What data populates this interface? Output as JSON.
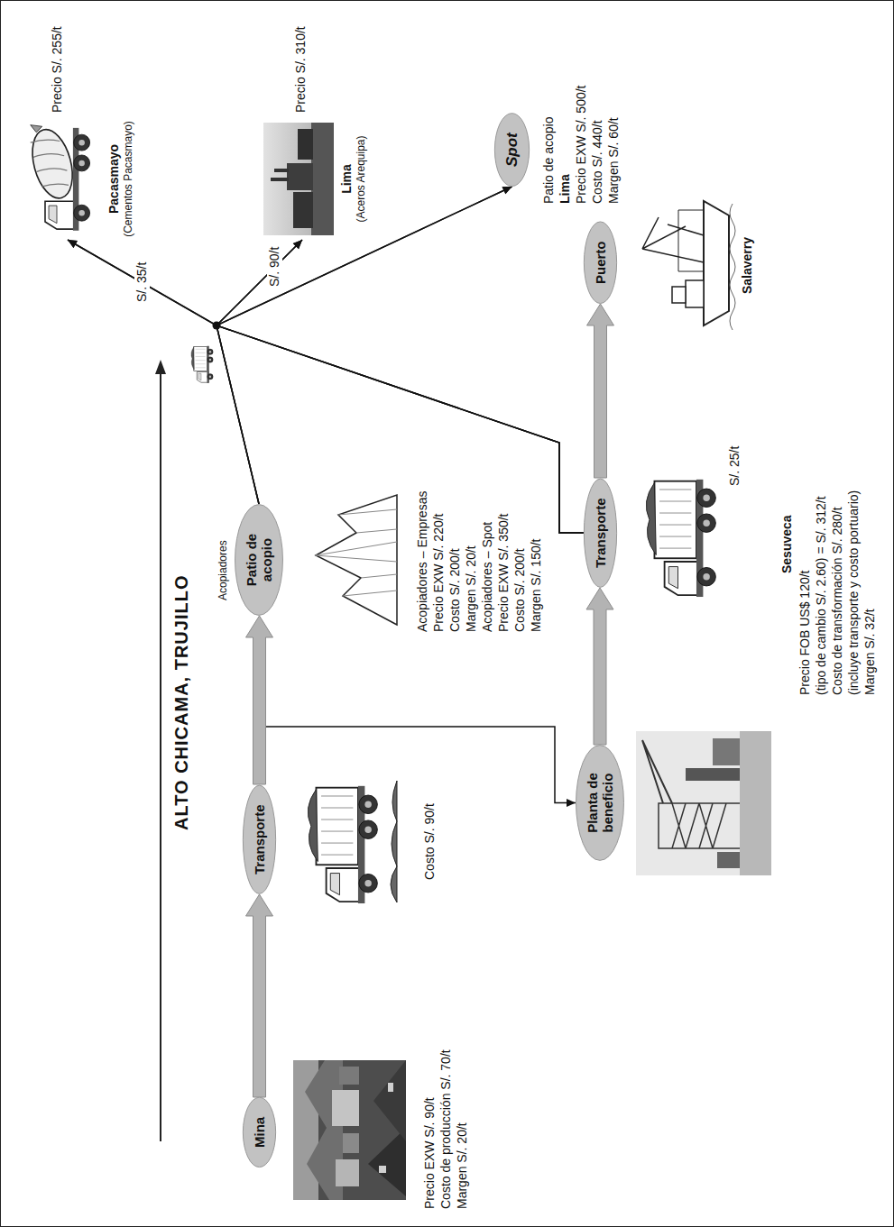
{
  "diagram": {
    "nodes": [
      {
        "text": [
          "Mina"
        ]
      },
      {
        "text": [
          "Transporte"
        ]
      },
      {
        "text": [
          "Patio de acopio"
        ]
      },
      {
        "text": [
          "Pacasmayo",
          "(Cementos Pacasmayo)"
        ]
      },
      {
        "text": [
          "Lima",
          "(Aceros Arequipa)"
        ]
      },
      {
        "text": [
          "Spot"
        ]
      },
      {
        "text": [
          "Planta de beneficio"
        ]
      },
      {
        "text": [
          "Transporte"
        ]
      },
      {
        "text": [
          "Puerto"
        ]
      }
    ],
    "edges": [
      {
        "from": 0,
        "to": 1,
        "arrow": "to"
      },
      {
        "from": 1,
        "to": 2,
        "arrow": "to"
      },
      {
        "from": 1,
        "to": 6,
        "arrow": "to"
      },
      {
        "from": 6,
        "to": 7,
        "arrow": "to"
      },
      {
        "from": 7,
        "to": 8,
        "arrow": "to"
      },
      {
        "from": 2,
        "to": 3,
        "label": "S/. 35/t",
        "arrow": "to"
      },
      {
        "from": 2,
        "to": 4,
        "label": "S/. 90/t",
        "arrow": "to"
      },
      {
        "from": 2,
        "to": 5,
        "arrow": "to"
      },
      {
        "from": 7,
        "to": 3,
        "arrow": "to"
      },
      {
        "from": 7,
        "to": 4,
        "arrow": "to"
      },
      {
        "from": 7,
        "to": 5,
        "arrow": "to"
      }
    ],
    "labels": [
      "ALTO CHICAMA, TRUJILLO",
      "Acopiadores",
      "Precio EXW S/. 90/t",
      "Costo de producción S/. 70/t",
      "Margen S/. 20/t",
      "Costo S/. 90/t",
      "Acopiadores – Empresas",
      "Precio EXW S/. 220/t",
      "Costo S/. 200/t",
      "Margen S/. 20/t",
      "Acopiadores – Spot",
      "Precio EXW S/. 350/t",
      "Costo S/. 200/t",
      "Margen S/. 150/t",
      "Precio S/. 255/t",
      "Precio S/. 310/t",
      "Patio de acopio",
      "Lima",
      "Precio EXW S/. 500/t",
      "Costo S/. 440/t",
      "Margen S/. 60/t",
      "S/. 25/t",
      "Salaverry",
      "Sesuveca",
      "Precio FOB US$ 120/t",
      "(tipo de cambio S/. 2.60) = S/. 312/t",
      "Costo de transformación S/. 280/t",
      "(incluye transporte y costo portuario)",
      "Margen S/. 32/t"
    ]
  }
}
